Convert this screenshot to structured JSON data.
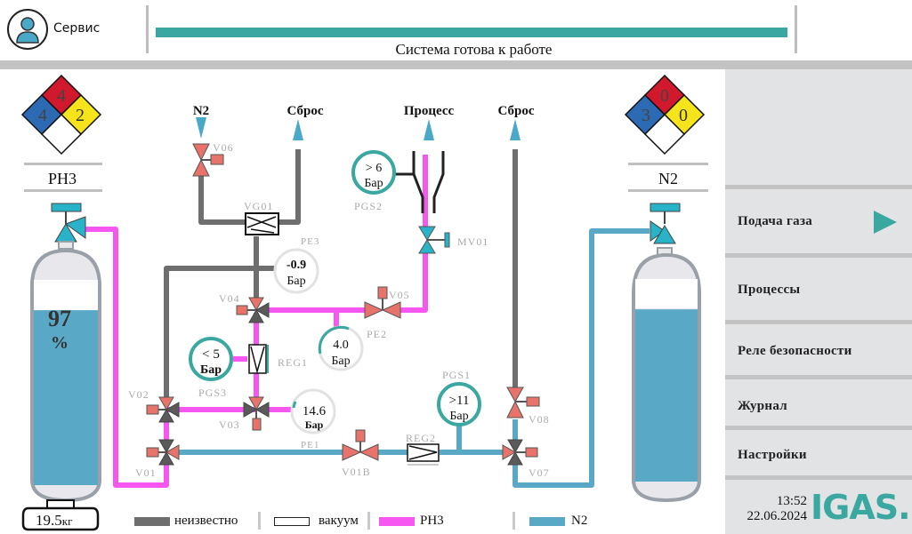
{
  "header": {
    "user_label": "Сервис",
    "status_text": "Система готова к работе",
    "progress_fraction": 1.0,
    "colors": {
      "accent": "#3aa8a0"
    }
  },
  "hazard_left": {
    "health": "4",
    "flammability": "4",
    "reactivity": "2",
    "special": ""
  },
  "hazard_right": {
    "health": "3",
    "flammability": "0",
    "reactivity": "0",
    "special": ""
  },
  "tank_left": {
    "name": "PH3",
    "fill_percent": 97,
    "percent_label": "97",
    "percent_sign": "%",
    "weight_value": "19.5",
    "weight_unit": "кг"
  },
  "tank_right": {
    "name": "N2",
    "fill_percent": 85
  },
  "outlets": {
    "n2_in": "N2",
    "vent1": "Сброс",
    "process": "Процесс",
    "vent2": "Сброс"
  },
  "valves": {
    "v06": "V06",
    "vg01": "VG01",
    "v04": "V04",
    "v05": "V05",
    "mv01": "MV01",
    "v02": "V02",
    "v03": "V03",
    "v01": "V01",
    "v01b": "V01B",
    "v08": "V08",
    "v07": "V07",
    "reg1": "REG1",
    "reg2": "REG2"
  },
  "gauges": {
    "pe3": {
      "label": "PE3",
      "value": "-0.9",
      "unit": "Бар"
    },
    "pe2": {
      "label": "PE2",
      "value": "4.0",
      "unit": "Бар"
    },
    "pe1": {
      "label": "PE1",
      "value": "14.6",
      "unit": "Бар"
    },
    "pgs2": {
      "label": "PGS2",
      "value": "> 6",
      "unit": "Бар"
    },
    "pgs3": {
      "label": "PGS3",
      "value": "< 5",
      "unit": "Бар"
    },
    "pgs1": {
      "label": "PGS1",
      "value": ">11",
      "unit": "Бар"
    }
  },
  "legend": [
    {
      "label": "неизвестно",
      "color": "#6e6e6e"
    },
    {
      "label": "вакуум",
      "color": "#ffffff"
    },
    {
      "label": "PH3",
      "color": "#f657f0"
    },
    {
      "label": "N2",
      "color": "#59a8c6"
    }
  ],
  "sidebar": {
    "items": [
      {
        "label": "Подача газа"
      },
      {
        "label": "Процессы"
      },
      {
        "label": "Реле безопасности"
      },
      {
        "label": "Журнал"
      },
      {
        "label": "Настройки"
      }
    ],
    "time": "13:52",
    "date": "22.06.2024",
    "logo": "IGAS."
  }
}
